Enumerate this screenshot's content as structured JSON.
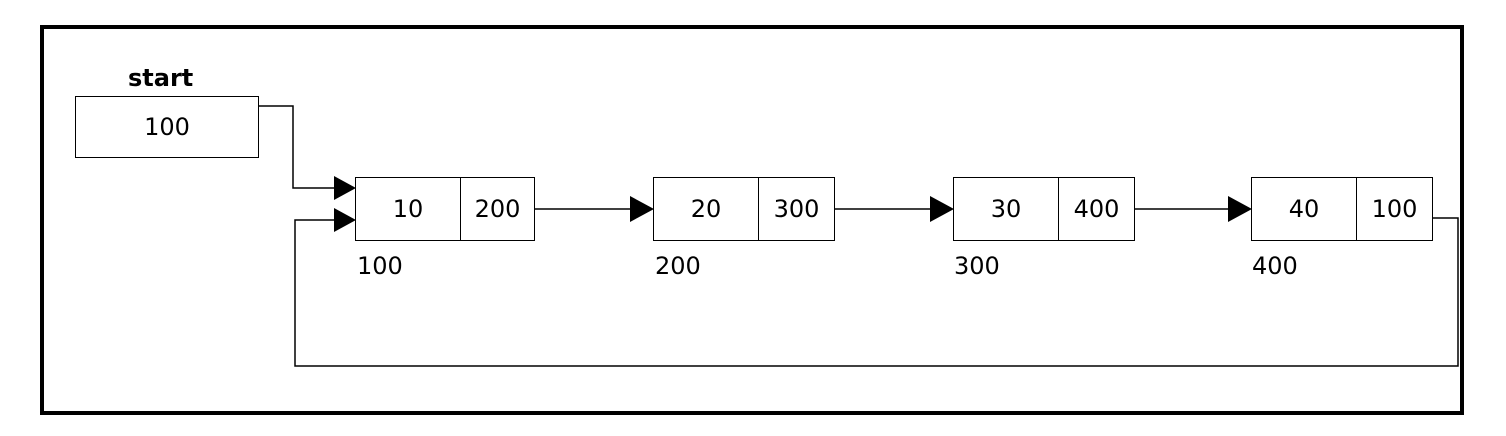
{
  "start": {
    "label": "start",
    "value": "100"
  },
  "nodes": [
    {
      "data": "10",
      "next": "200",
      "address": "100"
    },
    {
      "data": "20",
      "next": "300",
      "address": "200"
    },
    {
      "data": "30",
      "next": "400",
      "address": "300"
    },
    {
      "data": "40",
      "next": "100",
      "address": "400"
    }
  ]
}
